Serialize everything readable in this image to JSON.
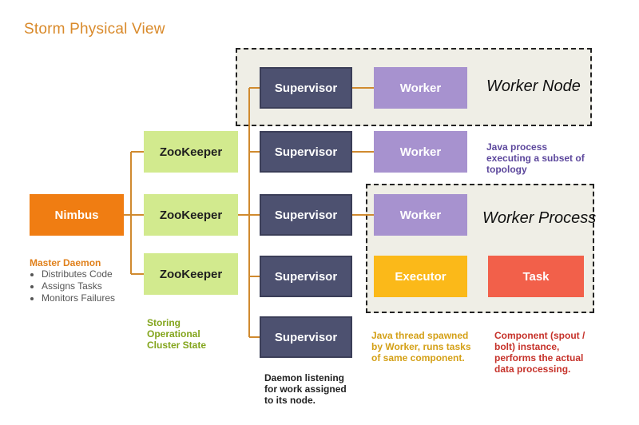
{
  "title": "Storm Physical View",
  "nimbus": "Nimbus",
  "zookeepers": [
    "ZooKeeper",
    "ZooKeeper",
    "ZooKeeper"
  ],
  "supervisors": [
    "Supervisor",
    "Supervisor",
    "Supervisor",
    "Supervisor",
    "Supervisor"
  ],
  "workers": [
    "Worker",
    "Worker",
    "Worker"
  ],
  "executor": "Executor",
  "task": "Task",
  "regions": {
    "worker_node": "Worker Node",
    "worker_process": "Worker Process"
  },
  "notes": {
    "master_title": "Master Daemon",
    "master_bullets": [
      "Distributes Code",
      "Assigns Tasks",
      "Monitors Failures"
    ],
    "zookeeper": "Storing Operational Cluster State",
    "worker": "Java process executing a subset of topology",
    "executor": "Java thread spawned by Worker, runs tasks of same component.",
    "task": "Component (spout / bolt) instance, performs the actual data processing.",
    "supervisor": "Daemon listening for work assigned to its node."
  },
  "colors": {
    "nimbus": "#f07d12",
    "zookeeper": "#d2ea8e",
    "supervisor": "#4d5170",
    "worker": "#a792cf",
    "executor": "#fbb919",
    "task": "#f2604a",
    "connector": "#d08a2f"
  }
}
